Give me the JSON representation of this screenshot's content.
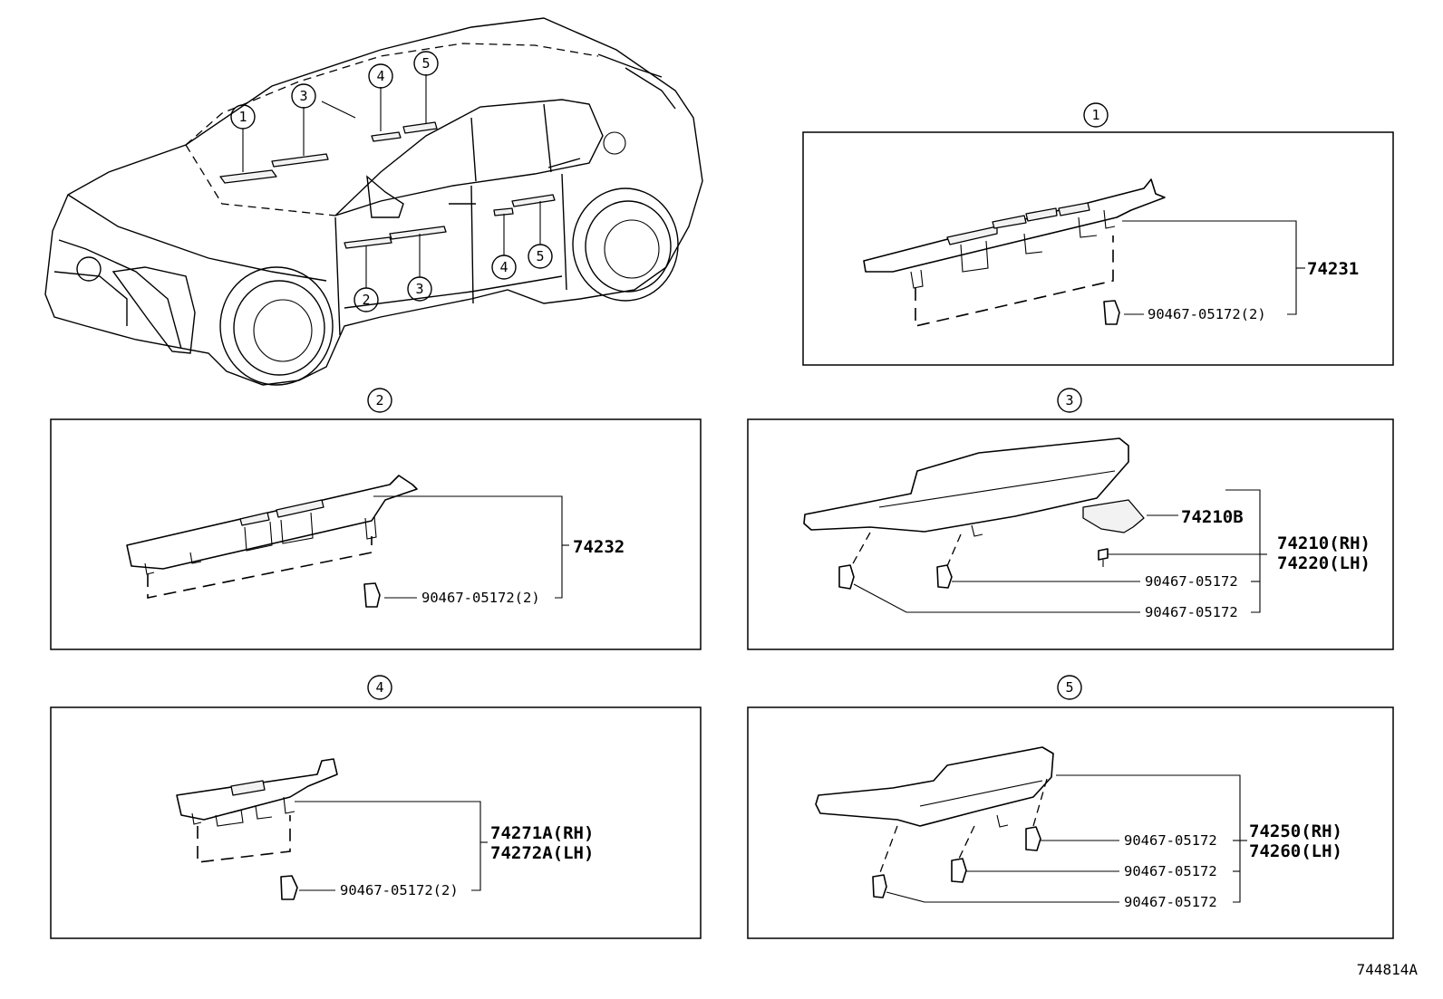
{
  "diagram_id": "744814A",
  "callouts": [
    "1",
    "2",
    "3",
    "4",
    "5"
  ],
  "panels": {
    "p1": {
      "callout": "1",
      "part": "74231",
      "clip": "90467-05172(2)"
    },
    "p2": {
      "callout": "2",
      "part": "74232",
      "clip": "90467-05172(2)"
    },
    "p3": {
      "callout": "3",
      "part_a": "74210B",
      "part_rh": "74210(RH)",
      "part_lh": "74220(LH)",
      "clip_1": "90467-05172",
      "clip_2": "90467-05172"
    },
    "p4": {
      "callout": "4",
      "part_rh": "74271A(RH)",
      "part_lh": "74272A(LH)",
      "clip": "90467-05172(2)"
    },
    "p5": {
      "callout": "5",
      "part_rh": "74250(RH)",
      "part_lh": "74260(LH)",
      "clip_1": "90467-05172",
      "clip_2": "90467-05172",
      "clip_3": "90467-05172"
    }
  }
}
